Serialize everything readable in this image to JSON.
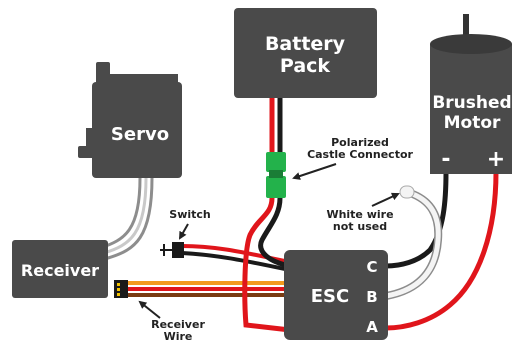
{
  "components": {
    "battery": {
      "line1": "Battery",
      "line2": "Pack"
    },
    "servo": {
      "label": "Servo"
    },
    "receiver": {
      "label": "Receiver"
    },
    "esc": {
      "label": "ESC",
      "terminal_c": "C",
      "terminal_b": "B",
      "terminal_a": "A"
    },
    "motor": {
      "line1": "Brushed",
      "line2": "Motor",
      "negative": "-",
      "positive": "+"
    }
  },
  "annotations": {
    "connector_line1": "Polarized",
    "connector_line2": "Castle Connector",
    "switch": "Switch",
    "white_wire_line1": "White wire",
    "white_wire_line2": "not used",
    "receiver_wire_line1": "Receiver",
    "receiver_wire_line2": "Wire"
  },
  "colors": {
    "box": "#4a4a4a",
    "box_dark": "#333333",
    "red_wire": "#e0151b",
    "black_wire": "#1a1a1a",
    "white_wire": "#f2f2f2",
    "connector": "#23b24b",
    "orange_wire": "#f39a1e",
    "brown_wire": "#7a3b12",
    "servo_wire": "#9a9a9a"
  }
}
